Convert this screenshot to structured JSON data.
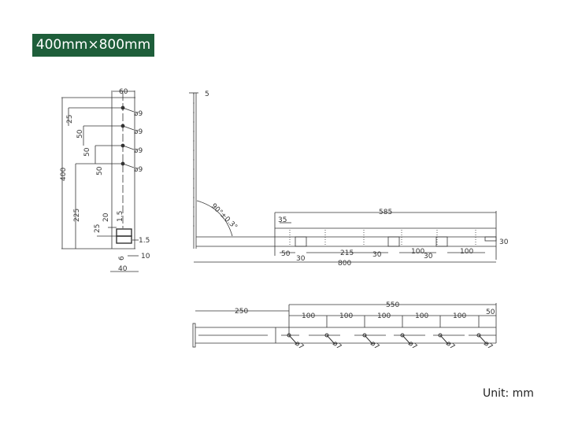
{
  "title_badge": {
    "label": "400mm×800mm",
    "background": "#1e5e3a",
    "text_color": "#ffffff"
  },
  "unit_label": "Unit: mm",
  "front_view": {
    "dims": {
      "width_top": "60",
      "height_total": "400",
      "hole_1": "25",
      "hole_2": "50",
      "hole_3": "50",
      "hole_4": "50",
      "lower": "225",
      "box_25": "25",
      "box_20": "20",
      "box_15": "1.5",
      "thick_15": "1.5",
      "offset_6": "6",
      "offset_10": "10",
      "base_40": "40"
    },
    "holes": [
      "ø9",
      "ø9",
      "ø9",
      "ø9"
    ]
  },
  "side_view": {
    "dims": {
      "thickness": "5",
      "angle": "90°±0.3°",
      "length_585": "585",
      "offset_35": "35",
      "d50": "50",
      "d30a": "30",
      "d215": "215",
      "d30b": "30",
      "d100a": "100",
      "d30c": "30",
      "d100b": "100",
      "d30_end": "30",
      "total_800": "800"
    }
  },
  "top_view": {
    "dims": {
      "d250": "250",
      "d550": "550",
      "spacing": [
        "100",
        "100",
        "100",
        "100",
        "100"
      ],
      "end_50": "50"
    },
    "holes": [
      "ø7",
      "ø7",
      "ø7",
      "ø7",
      "ø7",
      "ø7"
    ]
  }
}
